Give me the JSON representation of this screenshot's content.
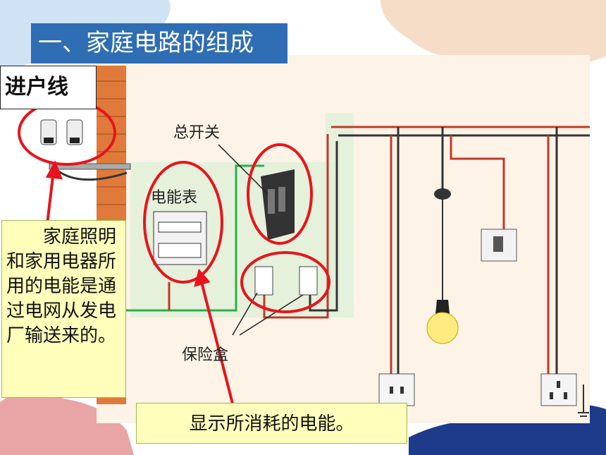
{
  "title": "一、家庭电路的组成",
  "label_top": "进户线",
  "labels": {
    "main_switch": "总开关",
    "meter": "电能表",
    "fuse_box": "保险盒"
  },
  "callout_left": "家庭照明和家用电器所用的电能是通过电网从发电厂输送来的。",
  "callout_bottom": "显示所消耗的电能。",
  "colors": {
    "title_bar": "#2f6db5",
    "callout_bg": "#ffffbb",
    "highlight": "#e8141c",
    "wire_live": "#c0392b",
    "wire_ground": "#2eae4a"
  }
}
